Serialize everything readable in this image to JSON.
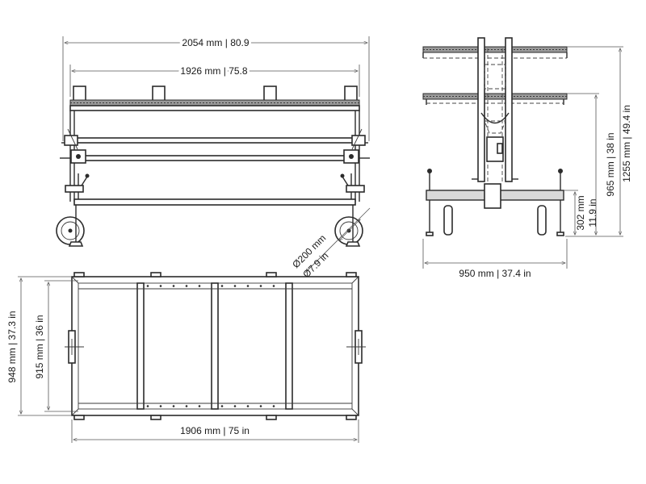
{
  "dimensions": {
    "top_width_outer": "2054 mm  |  80.9",
    "top_width_inner": "1926 mm  |  75.8",
    "wheel_diameter_mm": "Ø200 mm",
    "wheel_diameter_in": "Ø7.9  in",
    "side_height_total": "1255 mm  |  49.4 in",
    "side_height_mid": "965 mm  |  38 in",
    "side_height_base_mm": "302 mm",
    "side_height_base_in": "11.9 in",
    "side_width": "950 mm  |  37.4 in",
    "plan_depth_outer": "948 mm  |  37.3 in",
    "plan_depth_inner": "915 mm  |  36 in",
    "plan_length": "1906 mm  |  75 in"
  }
}
